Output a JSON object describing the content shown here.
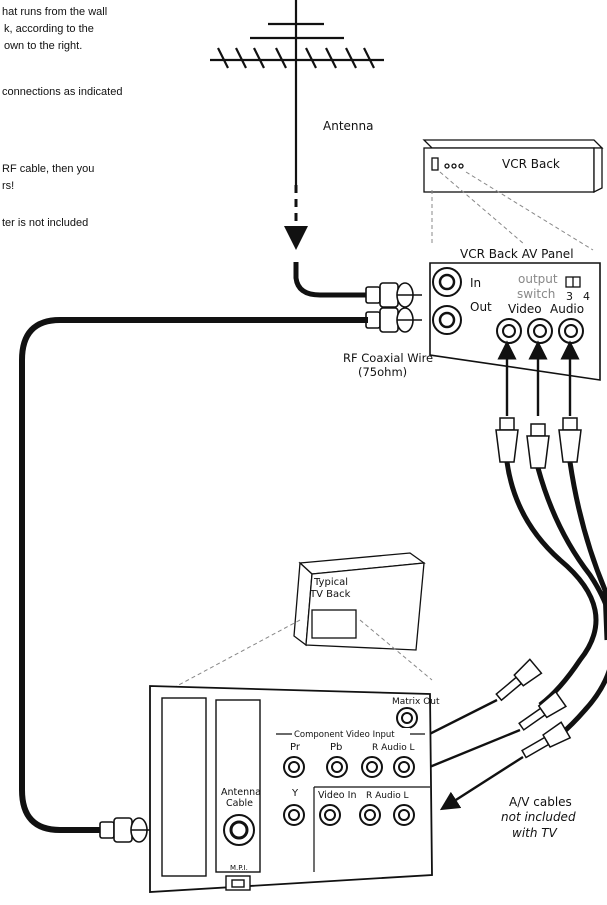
{
  "intro_text": [
    "hat runs from the wall",
    "k, according to the",
    "own to the right.",
    "connections as indicated",
    "RF cable, then you",
    "rs!",
    "ter is not included"
  ],
  "labels": {
    "antenna": "Antenna",
    "vcr_back": "VCR Back",
    "vcr_av_panel": "VCR Back AV Panel",
    "vcr_in": "In",
    "vcr_out": "Out",
    "vcr_output_switch_line1": "output",
    "vcr_output_switch_line2": "switch",
    "vcr_switch_3": "3",
    "vcr_switch_4": "4",
    "vcr_video": "Video",
    "vcr_audio": "Audio",
    "rf_wire_line1": "RF Coaxial Wire",
    "rf_wire_line2": "(75ohm)",
    "tv_typical_line1": "Typical",
    "tv_typical_line2": "TV Back",
    "matrix_out": "Matrix Out",
    "component_video_input": "Component Video Input",
    "pr": "Pr",
    "pb": "Pb",
    "r_audio_l_1": "R Audio L",
    "antenna_cable_line1": "Antenna",
    "antenna_cable_line2": "Cable",
    "mpi": "M.P.I.",
    "y": "Y",
    "video_in": "Video In",
    "r_audio_l_2": "R Audio L",
    "av_cables_line1": "A/V cables",
    "av_cables_line2": "not included",
    "av_cables_line3": "with TV"
  }
}
